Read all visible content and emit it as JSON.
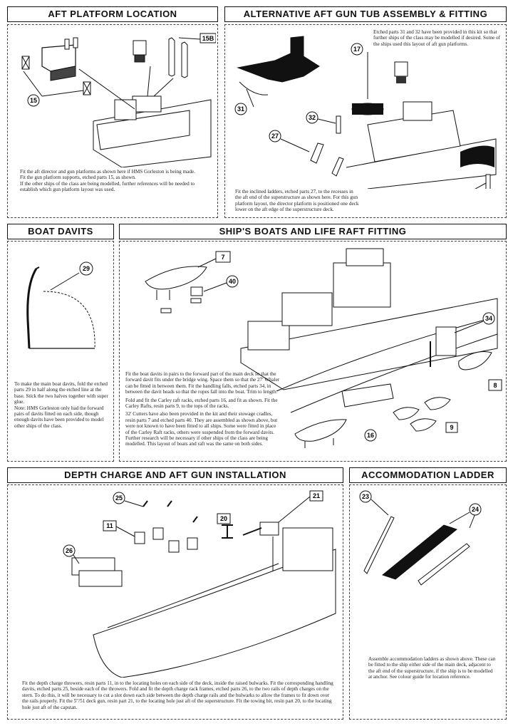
{
  "sections": {
    "aft_platform": {
      "title": "AFT PLATFORM LOCATION",
      "callouts": [
        "15B",
        "15"
      ],
      "text": [
        "Fit the aft director and gun platforms as shown here if HMS Gorleston is being made.",
        "Fit the gun platform supports, etched parts 15, as shown.",
        "If the other ships of the class are being modelled, further references will be needed to establish which gun platform layout was used."
      ]
    },
    "alt_gun_tub": {
      "title": "ALTERNATIVE AFT GUN TUB ASSEMBLY & FITTING",
      "callouts": [
        "17",
        "31",
        "32",
        "27",
        "32"
      ],
      "text_top": "Etched parts 31 and 32 have been provided in this kit so that further ships of the class may be modelled if desired. Some of the ships used this layout of aft gun platforms.",
      "text_bottom": "Fit the inclined ladders, etched parts 27, to the recesses in the aft end of the superstructure as shown here. For this gun platform layout, the director platform is positioned one deck lower on the aft edge of the superstructure deck."
    },
    "boat_davits": {
      "title": "BOAT DAVITS",
      "callouts": [
        "29"
      ],
      "text": [
        "To make the main boat davits, fold the etched parts 29 in half along the etched line at the base. Stick the two halves together with super glue.",
        "Note: HMS Gorleston only had the forward pairs of davits fitted on each side, though enough davits have been provided to model other ships of the class."
      ]
    },
    "ships_boats": {
      "title": "SHIP'S BOATS AND LIFE RAFT FITTING",
      "callouts": [
        "7",
        "40",
        "34",
        "8",
        "9",
        "16"
      ],
      "text": [
        "Fit the boat davits in pairs to the forward part of the main deck so that the forward davit fits under the bridge wing. Space them so that the 27' Whaler can be fitted in between them. Fit the handling falls, etched parts 34, in between the davit heads so that the ropes fall into the boat. Trim to length.",
        "Fold and fit the Carley raft racks, etched parts 16, and fit as shown. Fit the Carley Rafts, resin parts 9, to the tops of the racks.",
        "32' Cutters have also been provided in the kit and their stowage cradles, resin parts 7 and etched parts 40. They are assembled as shown above, but were not known to have been fitted to all ships. Some were fitted in place of the Carley Raft racks, others were suspended from the forward davits. Further research will be necessary if other ships of the class are being modelled. This layout of boats and raft was the same on both sides."
      ]
    },
    "depth_charge": {
      "title": "DEPTH CHARGE AND AFT GUN INSTALLATION",
      "callouts": [
        "25",
        "11",
        "20",
        "21",
        "26"
      ],
      "text": "Fit the depth charge throwers, resin parts 11, in to the locating holes on each side of the deck, inside the raised bulwarks. Fit the corresponding handling davits, etched parts 25, beside each of the throwers. Fold and fit the depth charge rack frames, etched parts 26, to the two rails of depth charges on the stern. To do this, it will be necessary to cut a slot down each side between the depth charge rails and the bulwarks to allow the frames to fit down over the rails properly. Fit the 5\"/51 deck gun, resin part 21, to the locating hole just aft of the superstructure. Fit the towing bit, resin part 20, to the locating hole just aft of the capstan."
    },
    "accommodation_ladder": {
      "title": "ACCOMMODATION LADDER",
      "callouts": [
        "23",
        "24"
      ],
      "text": "Assemble accommodation ladders as shown above. These can be fitted to the ship either side of the main deck, adjacent to the aft end of the superstructure, if the ship is to be modelled at anchor. See colour guide for location reference."
    }
  }
}
